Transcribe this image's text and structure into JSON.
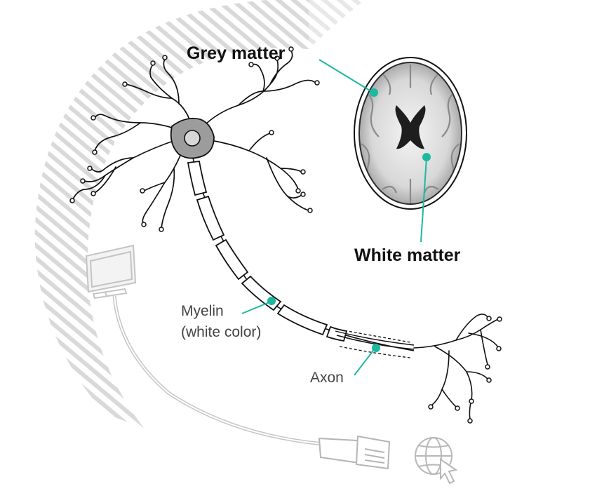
{
  "labels": {
    "grey_matter": "Grey matter",
    "white_matter": "White matter",
    "myelin_line1": "Myelin",
    "myelin_line2": "(white color)",
    "axon": "Axon"
  },
  "colors": {
    "accent": "#1bb9a0",
    "ink": "#111111",
    "hatch": "#d4d4d4",
    "soma": "#9b9b9b",
    "cable": "#bdbdbd"
  },
  "icons": [
    "monitor-icon",
    "ethernet-cable-icon",
    "globe-cursor-icon"
  ]
}
